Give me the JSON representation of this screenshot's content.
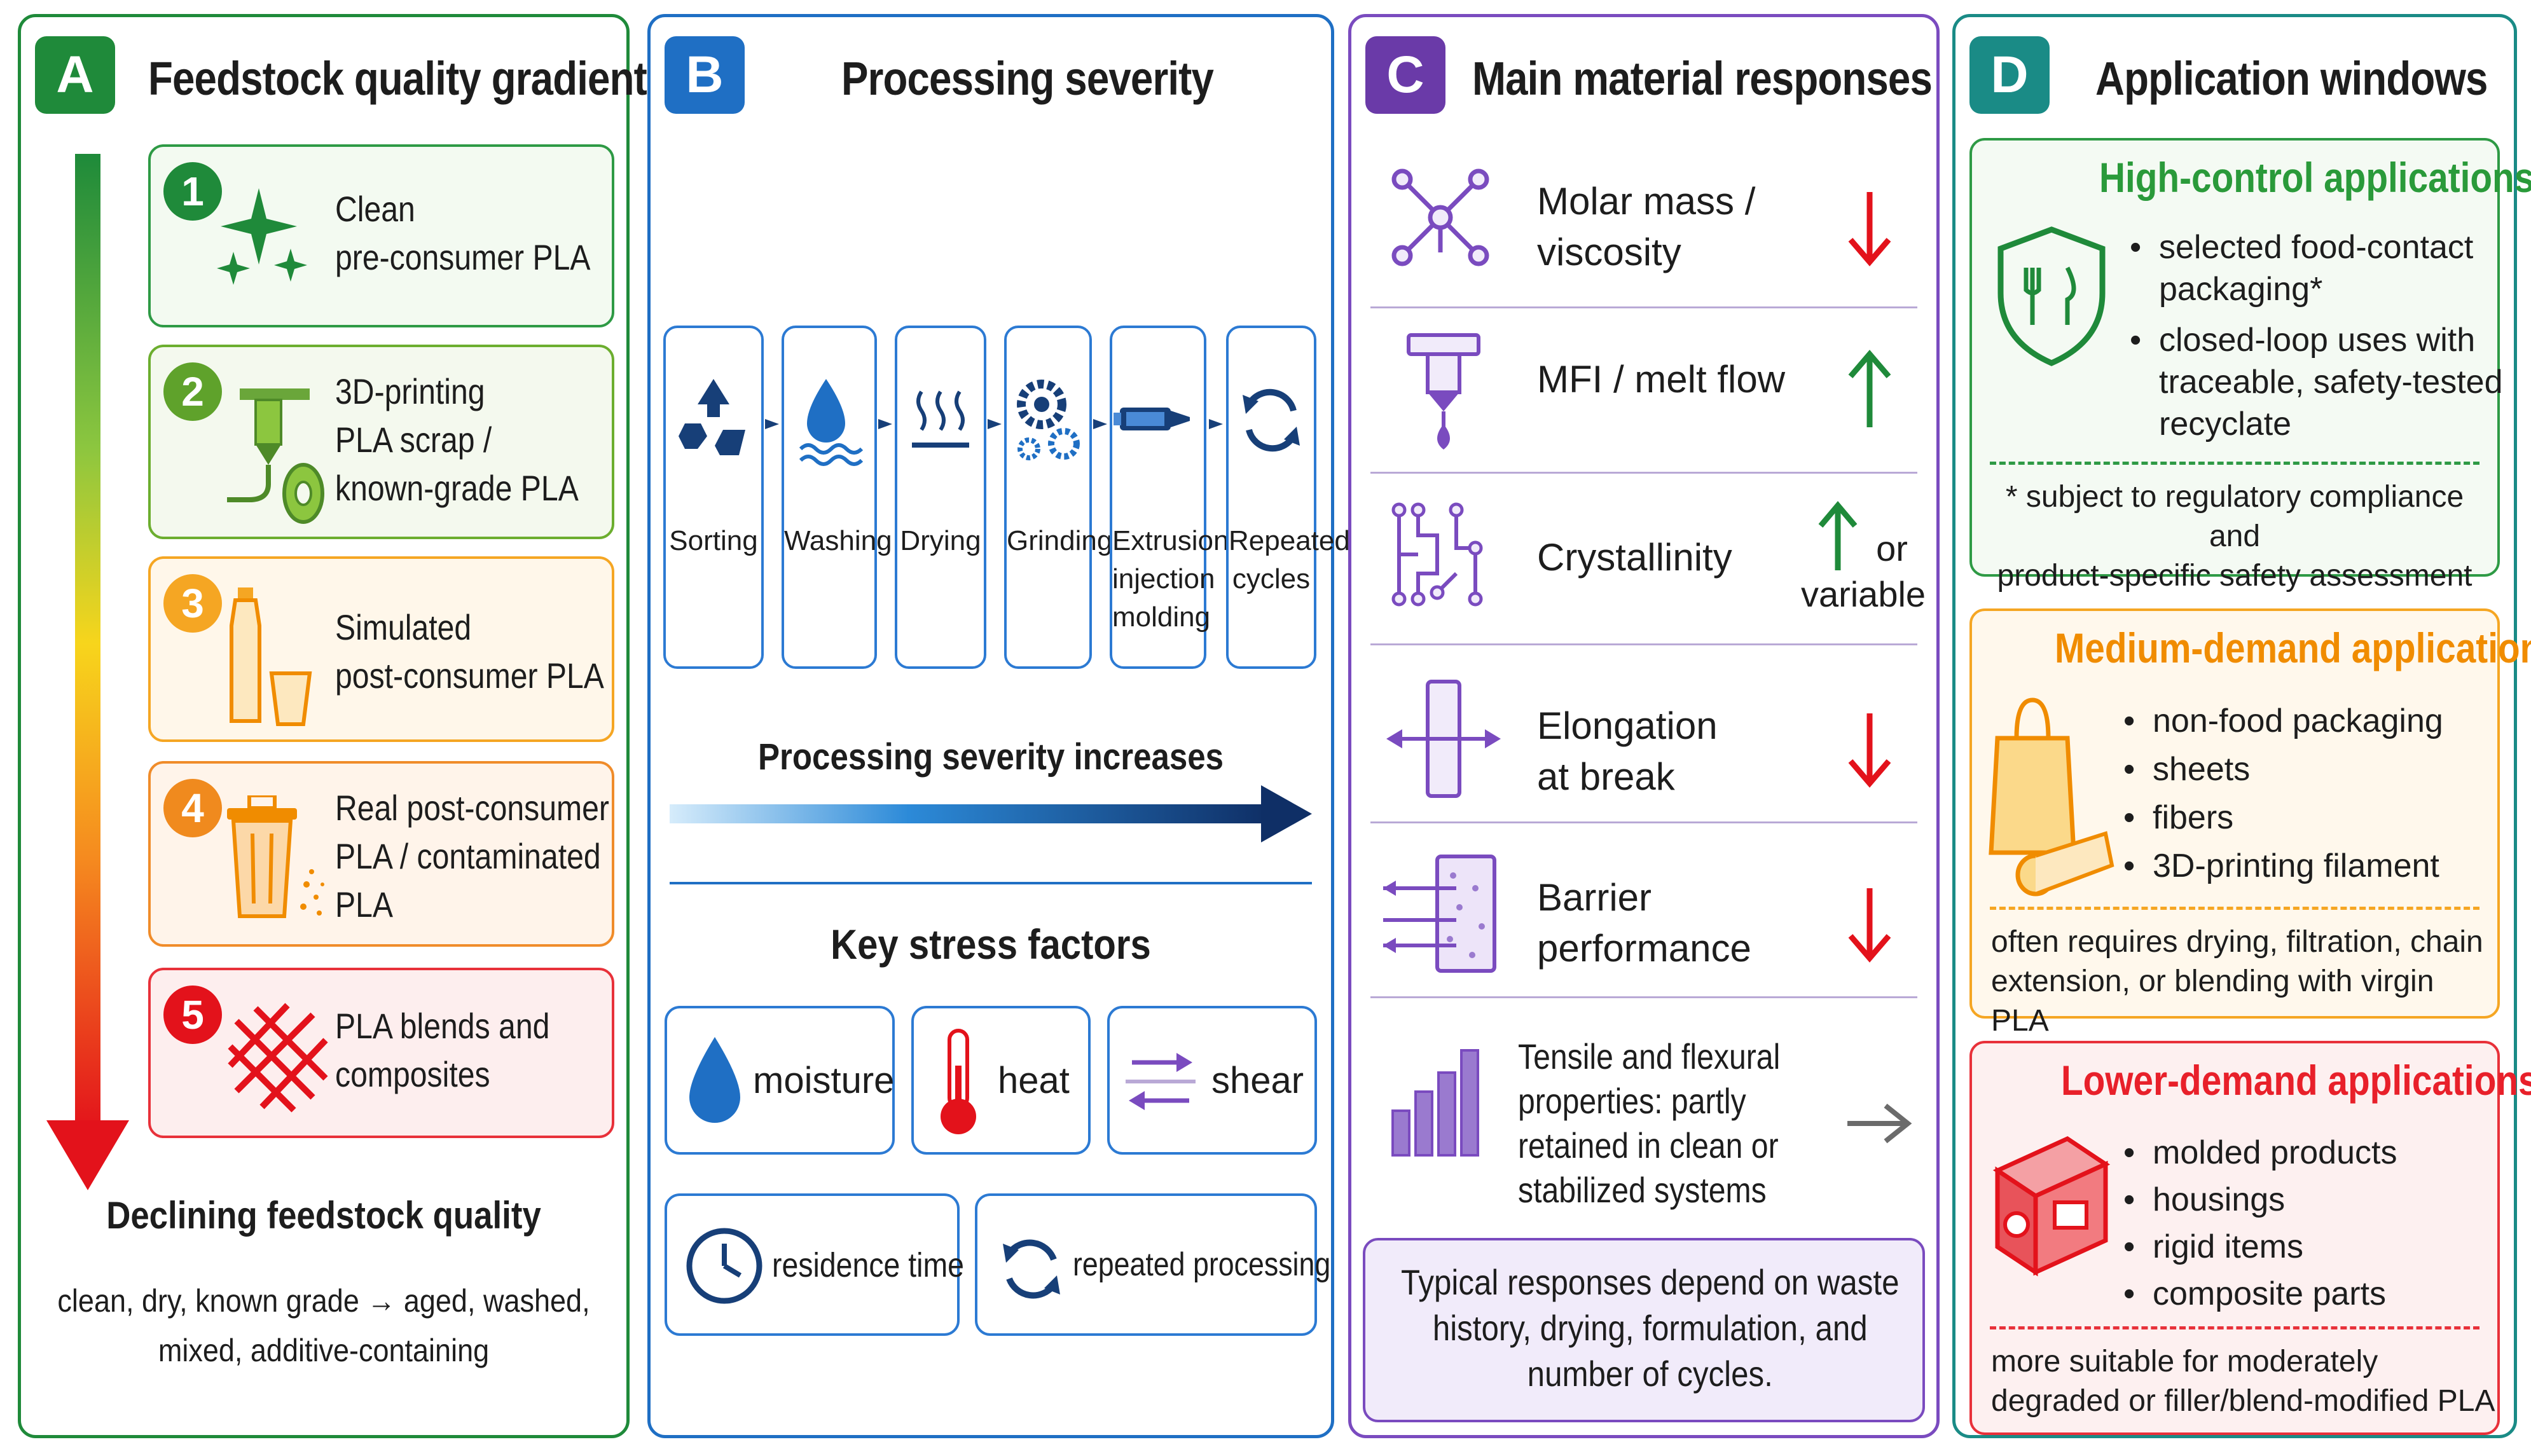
{
  "colors": {
    "panel_a": "#1f8a3a",
    "panel_b": "#1f6fc4",
    "panel_c": "#7a4bbf",
    "panel_d": "#1a8b86"
  },
  "panel_a": {
    "badge": "A",
    "title": "Feedstock quality gradient",
    "items": [
      {
        "num": "1",
        "lines": [
          "Clean",
          "pre-consumer PLA"
        ],
        "icon": "sparkle-icon"
      },
      {
        "num": "2",
        "lines": [
          "3D-printing",
          "PLA scrap /",
          "known-grade PLA"
        ],
        "icon": "3d-printer-icon"
      },
      {
        "num": "3",
        "lines": [
          "Simulated",
          "post-consumer PLA"
        ],
        "icon": "bottle-cup-icon"
      },
      {
        "num": "4",
        "lines": [
          "Real post-consumer",
          "PLA / contaminated",
          "PLA"
        ],
        "icon": "trash-bin-icon"
      },
      {
        "num": "5",
        "lines": [
          "PLA blends and",
          "composites"
        ],
        "icon": "fiber-weave-icon"
      }
    ],
    "footer_title": "Declining feedstock quality",
    "footer_lines": [
      "clean, dry, known grade → aged, washed,",
      "mixed, additive-containing"
    ]
  },
  "panel_b": {
    "badge": "B",
    "title": "Processing severity",
    "steps": [
      {
        "lines": [
          "Sorting"
        ],
        "icon": "recycle-icon"
      },
      {
        "lines": [
          "Washing"
        ],
        "icon": "water-drop-icon"
      },
      {
        "lines": [
          "Drying"
        ],
        "icon": "heat-waves-icon"
      },
      {
        "lines": [
          "Grinding"
        ],
        "icon": "gears-icon"
      },
      {
        "lines": [
          "Extrusion/",
          "injection",
          "molding"
        ],
        "icon": "extruder-icon"
      },
      {
        "lines": [
          "Repeated",
          "cycles"
        ],
        "icon": "cycle-arrows-icon"
      }
    ],
    "severity_label": "Processing severity increases",
    "stress_title": "Key stress factors",
    "stress": [
      {
        "label": "moisture",
        "icon": "water-drop-icon"
      },
      {
        "label": "heat",
        "icon": "thermometer-icon"
      },
      {
        "label": "shear",
        "icon": "shear-arrows-icon"
      },
      {
        "label": "residence time",
        "icon": "clock-icon"
      },
      {
        "label": "repeated processing",
        "icon": "cycle-arrows-icon"
      }
    ]
  },
  "panel_c": {
    "badge": "C",
    "title": "Main material responses",
    "responses": [
      {
        "lines": [
          "Molar mass /",
          "viscosity"
        ],
        "trend": "decrease",
        "icon": "molecule-icon"
      },
      {
        "lines": [
          "MFI / melt flow"
        ],
        "trend": "increase",
        "icon": "melt-flow-icon"
      },
      {
        "lines": [
          "Crystallinity"
        ],
        "trend": "increase",
        "trend_note": [
          "or",
          "variable"
        ],
        "icon": "crystal-lattice-icon"
      },
      {
        "lines": [
          "Elongation",
          "at break"
        ],
        "trend": "decrease",
        "icon": "stretch-icon"
      },
      {
        "lines": [
          "Barrier",
          "performance"
        ],
        "trend": "decrease",
        "icon": "barrier-icon"
      },
      {
        "lines": [
          "Tensile and flexural",
          "properties: partly",
          "retained in clean or",
          "stabilized systems"
        ],
        "trend": "neutral",
        "icon": "bar-chart-icon"
      }
    ],
    "note_lines": [
      "Typical responses depend on waste",
      "history, drying, formulation, and",
      "number of cycles."
    ]
  },
  "panel_d": {
    "badge": "D",
    "title": "Application windows",
    "high": {
      "title": "High-control applications",
      "bullets": [
        [
          "selected food-contact",
          "packaging*"
        ],
        [
          "closed-loop uses with",
          "traceable, safety-tested",
          "recyclate"
        ]
      ],
      "note_lines": [
        "* subject to regulatory compliance and",
        "product-specific safety assessment"
      ],
      "icon": "food-safety-shield-icon",
      "color": "#1f8a3a"
    },
    "medium": {
      "title": "Medium-demand applications",
      "bullets": [
        [
          "non-food packaging"
        ],
        [
          "sheets"
        ],
        [
          "fibers"
        ],
        [
          "3D-printing filament"
        ]
      ],
      "note_lines": [
        "often requires drying, filtration, chain",
        "extension, or blending with virgin PLA"
      ],
      "icon": "bag-roll-icon",
      "color": "#f08c00"
    },
    "low": {
      "title": "Lower-demand applications",
      "bullets": [
        [
          "molded products"
        ],
        [
          "housings"
        ],
        [
          "rigid items"
        ],
        [
          "composite parts"
        ]
      ],
      "note_lines": [
        "more suitable for moderately",
        "degraded or filler/blend-modified PLA"
      ],
      "icon": "molded-part-icon",
      "color": "#e8202a"
    }
  }
}
